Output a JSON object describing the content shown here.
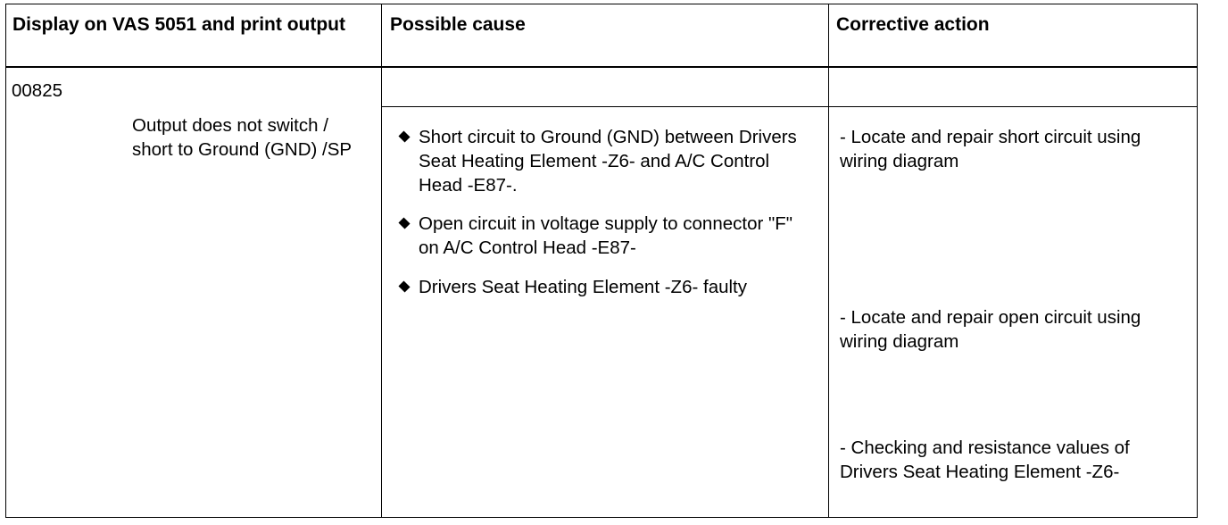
{
  "headers": {
    "display": "Display on VAS 5051 and print output",
    "cause": "Possible cause",
    "action": "Corrective action"
  },
  "row": {
    "code": "00825",
    "fault_text": "Output does not switch / short to Ground (GND) /SP",
    "causes": [
      "Short circuit to Ground (GND) between Drivers Seat Heating Element -Z6- and A/C Control Head -E87-.",
      "Open circuit in voltage supply to connector \"F\" on A/C Control Head -E87-",
      "Drivers Seat Heating Element -Z6- faulty"
    ],
    "actions": [
      "- Locate and repair short circuit using wiring diagram",
      "- Locate and repair open circuit using wiring diagram",
      "- Checking and resistance values of Drivers Seat Heating Element -Z6-"
    ]
  }
}
